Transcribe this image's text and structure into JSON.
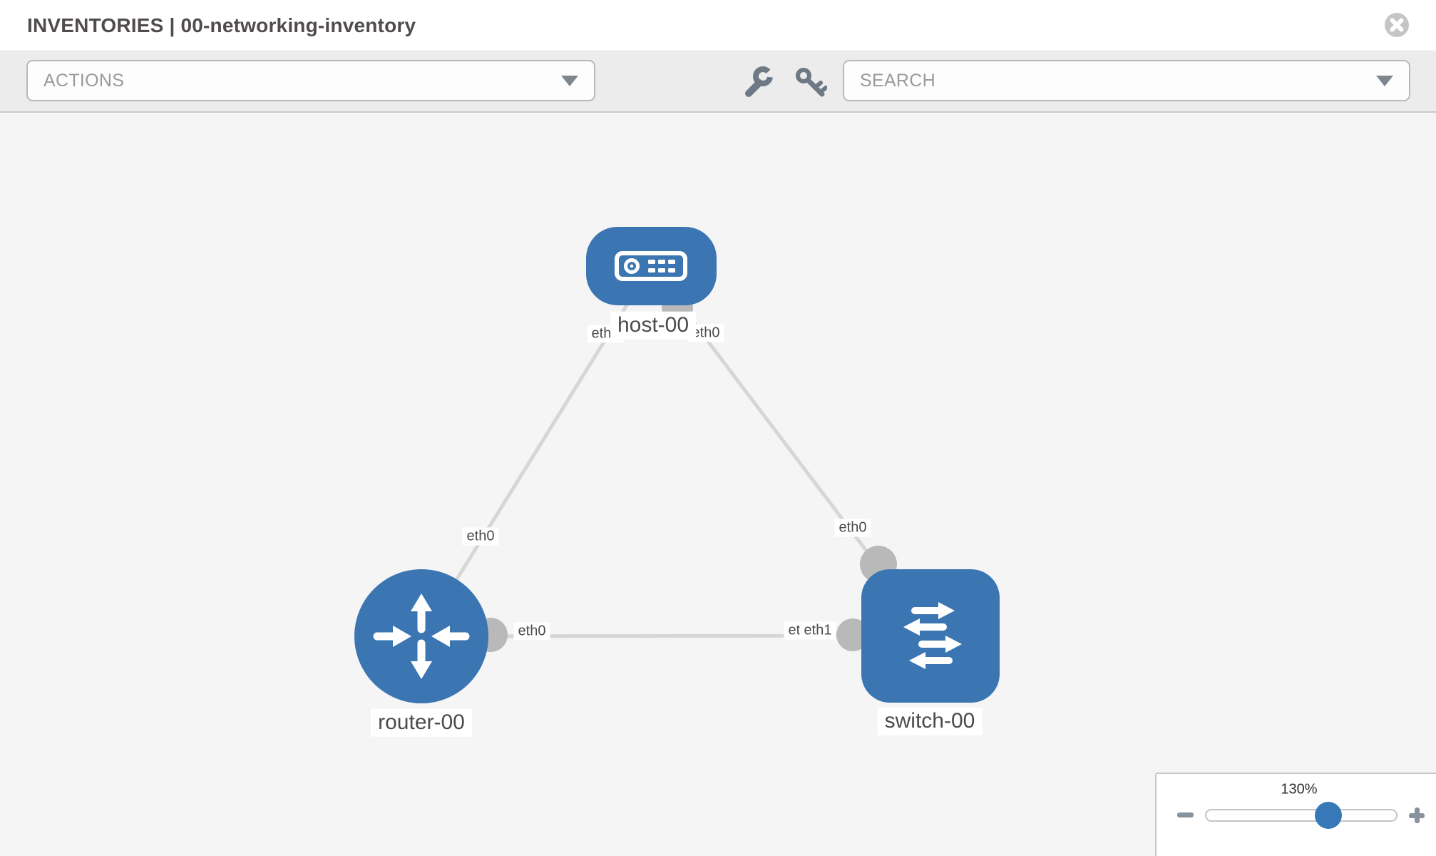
{
  "header": {
    "title": "INVENTORIES | 00-networking-inventory"
  },
  "toolbar": {
    "actions_label": "ACTIONS",
    "search_label": "SEARCH",
    "icons": [
      "wrench-icon",
      "key-icon"
    ]
  },
  "topology": {
    "nodes": [
      {
        "id": "host-00",
        "type": "host",
        "label": "host-00"
      },
      {
        "id": "router-00",
        "type": "router",
        "label": "router-00"
      },
      {
        "id": "switch-00",
        "type": "switch",
        "label": "switch-00"
      }
    ],
    "links": [
      {
        "from": "host-00",
        "to": "router-00",
        "from_interface": "eth0",
        "to_interface": "eth0"
      },
      {
        "from": "host-00",
        "to": "switch-00",
        "from_interface": "eth0",
        "to_interface": "eth0"
      },
      {
        "from": "router-00",
        "to": "switch-00",
        "from_interface": "eth0",
        "to_interface": "eth1"
      }
    ],
    "iface_labels": [
      {
        "text": "eth0"
      },
      {
        "text": "eth0"
      },
      {
        "text": "eth0"
      },
      {
        "text": "eth0"
      },
      {
        "text": "eth0"
      },
      {
        "text": "eth0"
      },
      {
        "text": "eth1"
      }
    ]
  },
  "zoom_control": {
    "level": "130%"
  },
  "colors": {
    "node_blue": "#3b76b2",
    "link_gray": "#d6d6d6",
    "interface_dot_gray": "#b9b9b9",
    "slider_thumb_blue": "#3779b8",
    "toolbar_bg": "#ececec",
    "canvas_bg": "#f5f5f6"
  }
}
